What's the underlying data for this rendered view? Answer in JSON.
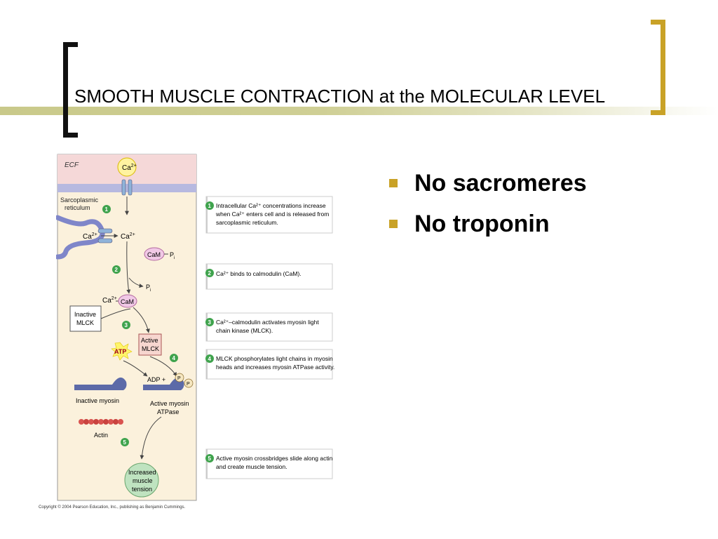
{
  "slide": {
    "title": "SMOOTH MUSCLE CONTRACTION at the MOLECULAR LEVEL",
    "bullets": [
      {
        "text": "No sacromeres"
      },
      {
        "text": "No troponin"
      }
    ]
  },
  "diagram": {
    "ecf_label": "ECF",
    "ca_ion": "Ca",
    "charge": "2+",
    "sarcoplasmic_label": [
      "Sarcoplasmic",
      "reticulum"
    ],
    "cam": "CaM",
    "pi": "P",
    "pi_sub": "i",
    "inactive_mlck": [
      "Inactive",
      "MLCK"
    ],
    "active_mlck": [
      "Active",
      "MLCK"
    ],
    "atp": "ATP",
    "adp": "ADP +",
    "p": "P",
    "inactive_myosin": "Inactive myosin",
    "active_myosin": [
      "Active myosin",
      "ATPase"
    ],
    "actin": "Actin",
    "tension": [
      "Increased",
      "muscle",
      "tension"
    ],
    "step_numbers": [
      "1",
      "2",
      "3",
      "4",
      "5"
    ],
    "steps": [
      {
        "number": "1",
        "lines": [
          "Intracellular Ca²⁺ concentrations increase",
          "when Ca²⁺ enters cell and is released from",
          "sarcoplasmic reticulum."
        ]
      },
      {
        "number": "2",
        "lines": [
          "Ca²⁺ binds to calmodulin (CaM)."
        ]
      },
      {
        "number": "3",
        "lines": [
          "Ca²⁺–calmodulin activates myosin light",
          "chain kinase (MLCK)."
        ]
      },
      {
        "number": "4",
        "lines": [
          "MLCK phosphorylates light chains in myosin",
          "heads and increases myosin ATPase activity."
        ]
      },
      {
        "number": "5",
        "lines": [
          "Active myosin crossbridges slide along actin",
          "and create muscle tension."
        ]
      }
    ],
    "copyright": "Copyright © 2004 Pearson Education, Inc., publishing as Benjamin Cummings."
  },
  "colors": {
    "accent_gold": "#c9a227",
    "title_band": "#c9c98a",
    "ecf_pink": "#f5d8d8",
    "membrane": "#b7b9e0",
    "cytoplasm": "#fbf1dc",
    "step_green": "#3fa34d",
    "cam_pink": "#f1c9e6",
    "tension_green": "#bfe3c0"
  }
}
